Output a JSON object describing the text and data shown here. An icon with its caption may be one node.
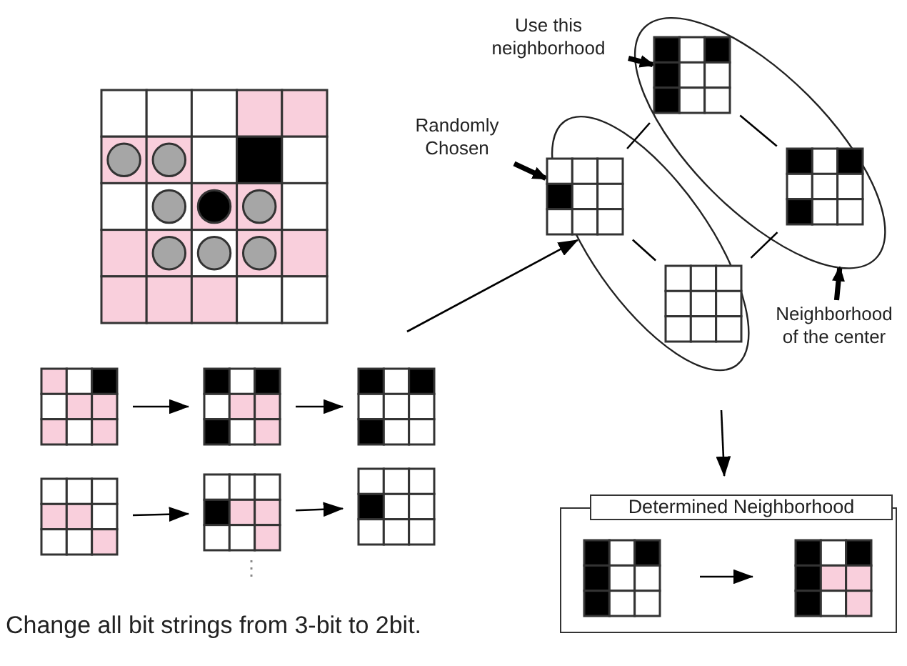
{
  "diagram": {
    "nodes": [
      {
        "text": [],
        "shape": "grid"
      },
      {
        "text": [],
        "shape": "grid"
      },
      {
        "text": [],
        "shape": "grid"
      },
      {
        "text": [],
        "shape": "grid"
      },
      {
        "text": [],
        "shape": "grid"
      },
      {
        "text": [],
        "shape": "grid"
      },
      {
        "text": [],
        "shape": "grid"
      },
      {
        "text": [],
        "shape": "ellipse"
      },
      {
        "text": [],
        "shape": "ellipse"
      },
      {
        "text": [],
        "shape": "grid",
        "in": 7
      },
      {
        "text": [],
        "shape": "grid",
        "in": 8
      },
      {
        "text": [],
        "shape": "grid",
        "in": 8
      },
      {
        "text": [],
        "shape": "grid",
        "in": 7
      },
      {
        "text": [
          "Use this neighborhood"
        ]
      },
      {
        "text": [
          "Randomly Chosen"
        ]
      },
      {
        "text": [
          "Neighborhood of the center"
        ]
      },
      {
        "text": [
          "Determined Neighborhood"
        ]
      },
      {
        "text": [],
        "shape": "grid",
        "in": 16
      },
      {
        "text": [],
        "shape": "grid",
        "in": 16
      }
    ],
    "edges": [
      {
        "from": 1,
        "to": 2,
        "arrow": "to"
      },
      {
        "from": 2,
        "to": 3,
        "arrow": "to"
      },
      {
        "from": 4,
        "to": 5,
        "arrow": "to"
      },
      {
        "from": 5,
        "to": 6,
        "arrow": "to"
      },
      {
        "from": null,
        "to": 7,
        "arrow": "to"
      },
      {
        "from": 9,
        "to": 10,
        "arrow": "none"
      },
      {
        "from": 10,
        "to": 11,
        "arrow": "none"
      },
      {
        "from": 9,
        "to": 12,
        "arrow": "none"
      },
      {
        "from": 12,
        "to": 11,
        "arrow": "none"
      },
      {
        "from": 13,
        "to": 10,
        "arrow": "to",
        "style": "thick"
      },
      {
        "from": 14,
        "to": 9,
        "arrow": "to",
        "style": "thick"
      },
      {
        "from": 15,
        "to": 8,
        "arrow": "to",
        "style": "thick"
      },
      {
        "from": null,
        "to": 16,
        "arrow": "to"
      },
      {
        "from": 17,
        "to": 18,
        "arrow": "to"
      }
    ],
    "labels": [
      "⋮",
      "Change all bit strings from 3-bit to 2bit."
    ]
  }
}
